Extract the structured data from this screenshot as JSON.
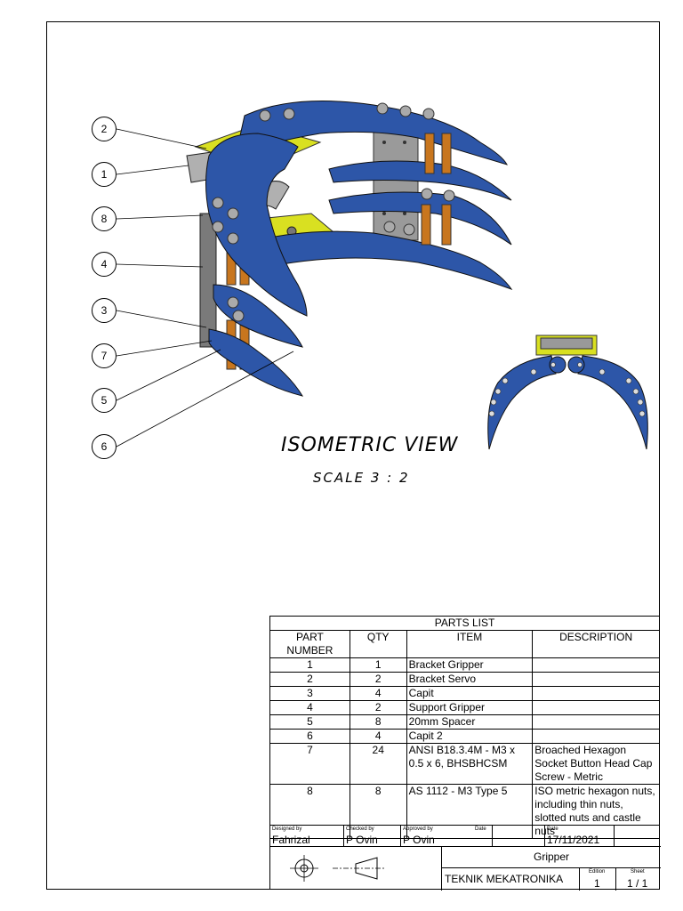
{
  "view": {
    "title": "ISOMETRIC VIEW",
    "scale": "SCALE 3 : 2"
  },
  "balloons": [
    "2",
    "1",
    "8",
    "4",
    "3",
    "7",
    "5",
    "6"
  ],
  "colors": {
    "arm_blue": "#2d56a8",
    "bracket_yellow": "#d9e021",
    "spacer_orange": "#c8761e",
    "servo_gray": "#9a9a9a"
  },
  "parts_list": {
    "title": "PARTS LIST",
    "headers": [
      "PART NUMBER",
      "QTY",
      "ITEM",
      "DESCRIPTION"
    ],
    "rows": [
      {
        "part": "1",
        "qty": "1",
        "item": "Bracket Gripper",
        "desc": ""
      },
      {
        "part": "2",
        "qty": "2",
        "item": "Bracket Servo",
        "desc": ""
      },
      {
        "part": "3",
        "qty": "4",
        "item": "Capit",
        "desc": ""
      },
      {
        "part": "4",
        "qty": "2",
        "item": "Support Gripper",
        "desc": ""
      },
      {
        "part": "5",
        "qty": "8",
        "item": "20mm Spacer",
        "desc": ""
      },
      {
        "part": "6",
        "qty": "4",
        "item": "Capit 2",
        "desc": ""
      },
      {
        "part": "7",
        "qty": "24",
        "item": "ANSI B18.3.4M - M3 x 0.5 x 6, BHSBHCSM",
        "desc": "Broached Hexagon Socket Button Head Cap Screw - Metric"
      },
      {
        "part": "8",
        "qty": "8",
        "item": "AS 1112 - M3  Type 5",
        "desc": "ISO metric hexagon nuts, including thin nuts, slotted nuts and castle nuts"
      }
    ]
  },
  "title_block": {
    "designed_by_label": "Designed by",
    "designed_by": "Fahrizal",
    "checked_by_label": "Checked by",
    "checked_by": "P Ovin",
    "approved_by_label": "Approved by",
    "approved_by": "P Ovin",
    "date_label_1": "Date",
    "date_label_2": "Date",
    "date": "17/11/2021",
    "drawing_title": "Gripper",
    "organization": "TEKNIK MEKATRONIKA",
    "edition_label": "Edition",
    "edition": "1",
    "sheet_label": "Sheet",
    "sheet": "1 / 1"
  }
}
